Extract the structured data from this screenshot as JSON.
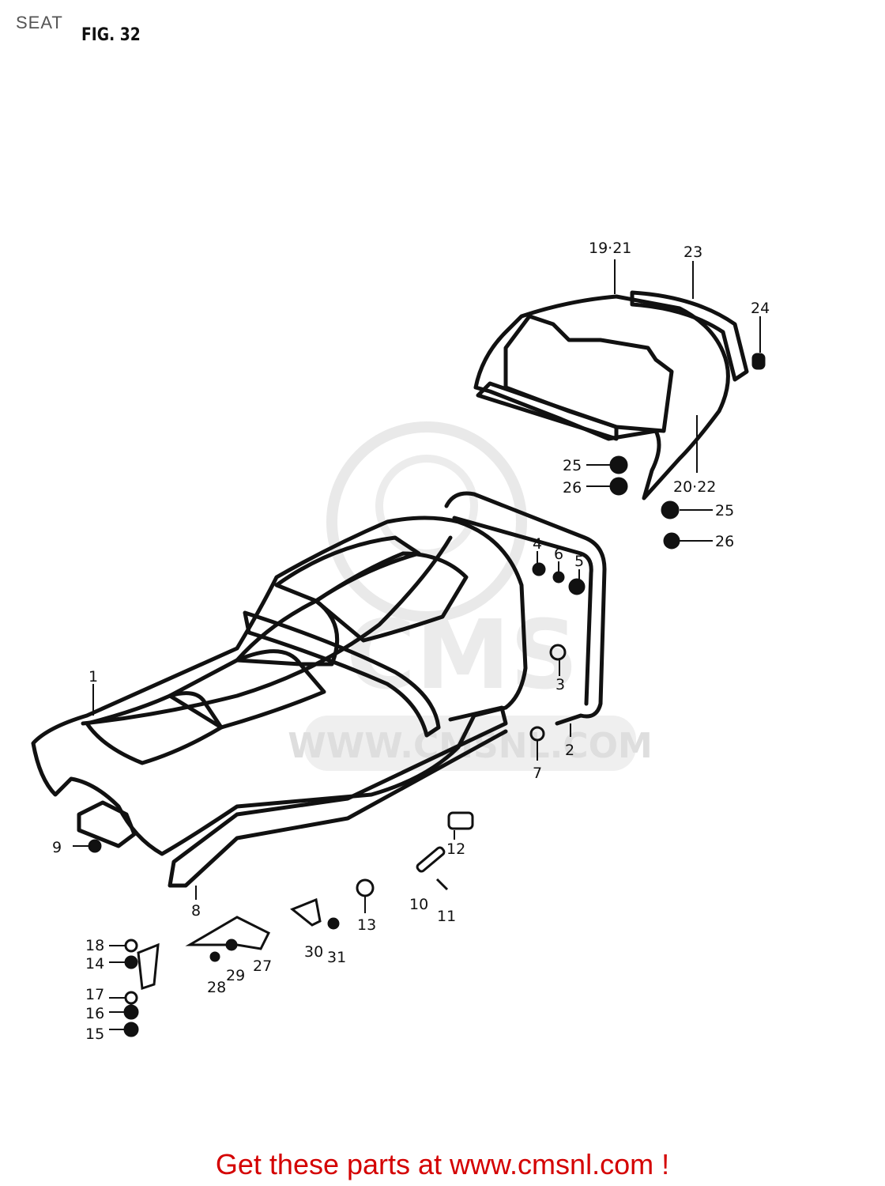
{
  "header": {
    "title": "SEAT",
    "figure": "FIG. 32"
  },
  "watermark": {
    "text": "WWW.CMSNL.COM",
    "logo_text": "CMS",
    "color": "#e6e6e6"
  },
  "callouts": {
    "c1": "1",
    "c2": "2",
    "c3": "3",
    "c4": "4",
    "c5": "5",
    "c6": "6",
    "c7": "7",
    "c8": "8",
    "c9": "9",
    "c10": "10",
    "c11": "11",
    "c12": "12",
    "c13": "13",
    "c14": "14",
    "c15": "15",
    "c16": "16",
    "c17": "17",
    "c18": "18",
    "c19_21": "19·21",
    "c20_22": "20·22",
    "c23": "23",
    "c24": "24",
    "c25a": "25",
    "c26a": "26",
    "c25b": "25",
    "c26b": "26",
    "c27": "27",
    "c28": "28",
    "c29": "29",
    "c30": "30",
    "c31": "31"
  },
  "footer": {
    "link_text": "Get these parts at www.cmsnl.com !",
    "link_color": "#d40000"
  }
}
